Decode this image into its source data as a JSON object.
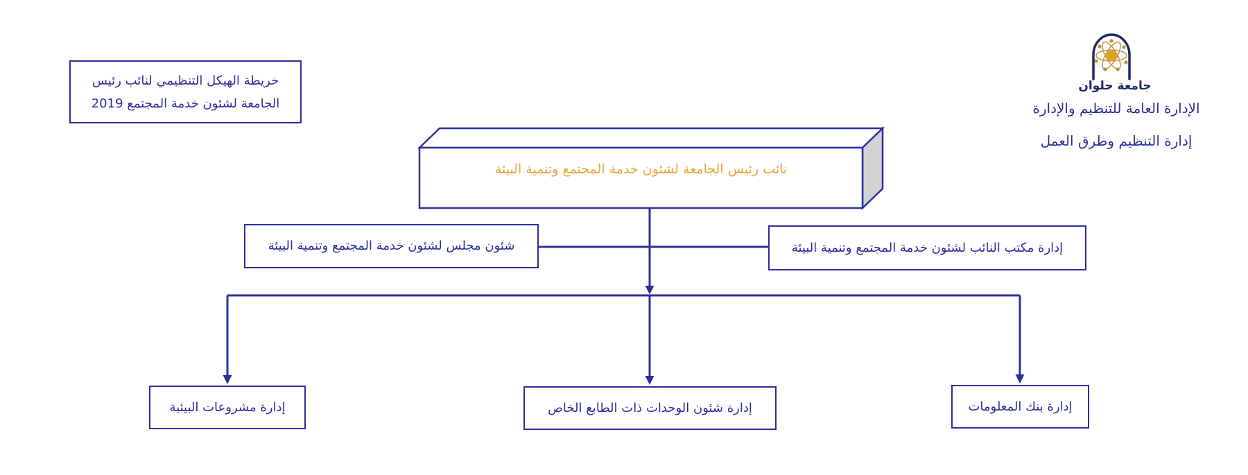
{
  "title_box": {
    "line1": "خريطة الهيكل التنظيمي لنائب رئيس",
    "line2": "الجامعة لشئون خدمة المجتمع 2019"
  },
  "header": {
    "logo_icon": "helwan-university-logo (atom inside mosque arch)",
    "wordmark": "جامعة حلوان",
    "dept_line1": "الإدارة العامة للتنظيم والإدارة",
    "dept_line2": "إدارة التنظيم وطرق العمل"
  },
  "org_chart": {
    "root": {
      "label": "نائب رئيس الجامعة لشئون خدمة المجتمع وتنمية البيئة"
    },
    "level2": [
      {
        "label": "شئون مجلس لشئون خدمة المجتمع وتنمية البيئة"
      },
      {
        "label": "إدارة مكتب النائب لشئون خدمة المجتمع وتنمية البيئة"
      }
    ],
    "level3": [
      {
        "label": "إدارة مشروعات البيئية"
      },
      {
        "label": "إدارة شئون الوحدات ذات الطابع الخاص"
      },
      {
        "label": "إدارة بنك المعلومات"
      }
    ]
  },
  "colors": {
    "line_blue": "#2b2f9b",
    "root_text_gold": "#e8a53c",
    "logo_navy": "#1e2a68",
    "logo_gold": "#d9a521",
    "logo_orbit_tan": "#c09a4f",
    "box_side_gray": "#d2d2d2",
    "background": "#ffffff"
  }
}
